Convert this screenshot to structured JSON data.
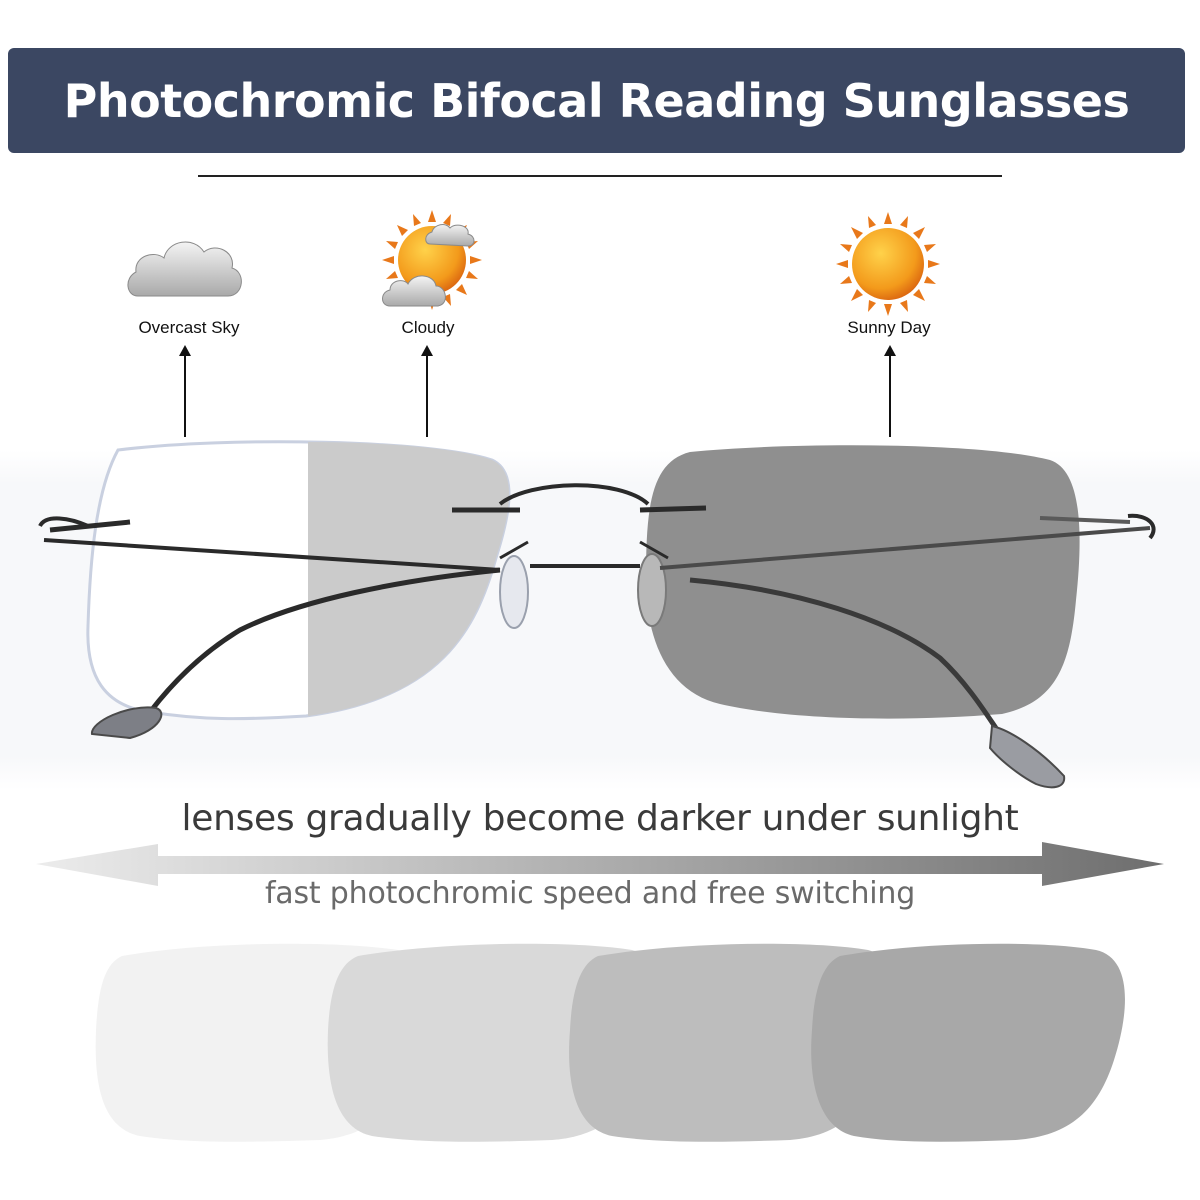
{
  "header": {
    "title": "Photochromic Bifocal Reading Sunglasses",
    "banner_color": "#3b4762"
  },
  "weather": [
    {
      "label": "Overcast Sky",
      "icon": "cloud-icon"
    },
    {
      "label": "Cloudy",
      "icon": "sun-with-clouds-icon"
    },
    {
      "label": "Sunny Day",
      "icon": "sun-icon"
    }
  ],
  "captions": {
    "main": "lenses gradually become darker under sunlight",
    "sub": "fast photochromic speed and free switching"
  },
  "lens_tints": [
    "#f2f2f2",
    "#d9d9d9",
    "#bdbdbd",
    "#a8a8a8"
  ]
}
